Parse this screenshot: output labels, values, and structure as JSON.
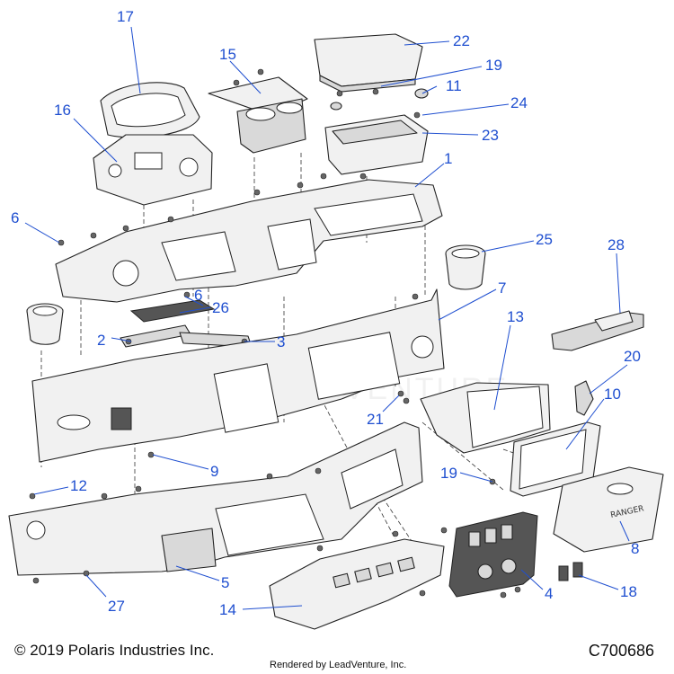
{
  "diagram": {
    "callouts": [
      {
        "id": "17",
        "label": "17"
      },
      {
        "id": "15",
        "label": "15"
      },
      {
        "id": "22",
        "label": "22"
      },
      {
        "id": "19a",
        "label": "19"
      },
      {
        "id": "11",
        "label": "11"
      },
      {
        "id": "24",
        "label": "24"
      },
      {
        "id": "16",
        "label": "16"
      },
      {
        "id": "23",
        "label": "23"
      },
      {
        "id": "1",
        "label": "1"
      },
      {
        "id": "6a",
        "label": "6"
      },
      {
        "id": "25",
        "label": "25"
      },
      {
        "id": "28",
        "label": "28"
      },
      {
        "id": "7",
        "label": "7"
      },
      {
        "id": "6b",
        "label": "6"
      },
      {
        "id": "26",
        "label": "26"
      },
      {
        "id": "13",
        "label": "13"
      },
      {
        "id": "2",
        "label": "2"
      },
      {
        "id": "3",
        "label": "3"
      },
      {
        "id": "20",
        "label": "20"
      },
      {
        "id": "10",
        "label": "10"
      },
      {
        "id": "21",
        "label": "21"
      },
      {
        "id": "9",
        "label": "9"
      },
      {
        "id": "19b",
        "label": "19"
      },
      {
        "id": "12",
        "label": "12"
      },
      {
        "id": "8",
        "label": "8"
      },
      {
        "id": "5",
        "label": "5"
      },
      {
        "id": "4",
        "label": "4"
      },
      {
        "id": "18",
        "label": "18"
      },
      {
        "id": "27",
        "label": "27"
      },
      {
        "id": "14",
        "label": "14"
      }
    ],
    "glovebox_text": "RANGER",
    "watermark": "LEADVENTURE"
  },
  "footer": {
    "copyright": "© 2019 Polaris Industries Inc.",
    "diagram_code": "C700686",
    "render_credit": "Rendered by LeadVenture, Inc."
  }
}
